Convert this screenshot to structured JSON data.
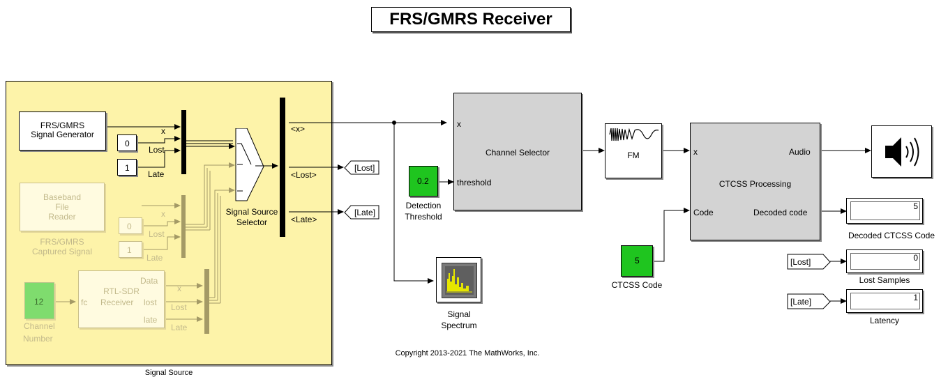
{
  "title": "FRS/GMRS Receiver",
  "copyright": "Copyright 2013-2021 The MathWorks, Inc.",
  "colors": {
    "subsystem_bg": "#fdf3a9",
    "active_block": "#d3d3d3",
    "constant": "#1fc51f"
  },
  "signal_source": {
    "label": "Signal Source",
    "generator": [
      "FRS/GMRS",
      "Signal Generator"
    ],
    "gen_lost_value": "0",
    "gen_late_value": "1",
    "baseband": [
      "Baseband",
      "File",
      "Reader"
    ],
    "captured": [
      "FRS/GMRS",
      "Captured Signal"
    ],
    "cap_lost_value": "0",
    "cap_late_value": "1",
    "channel_value": "12",
    "channel_label": [
      "Channel",
      "Number"
    ],
    "rtl": [
      "RTL-SDR",
      "Receiver"
    ],
    "rtl_ports": {
      "data": "Data",
      "fc": "fc",
      "lost": "lost",
      "late": "late"
    },
    "bus_labels": {
      "x": "x",
      "lost": "Lost",
      "late": "Late"
    },
    "selector_label": [
      "Signal Source",
      "Selector"
    ],
    "out_labels": {
      "x": "<x>",
      "lost": "<Lost>",
      "late": "<Late>"
    }
  },
  "goto_tags": {
    "lost": "[Lost]",
    "late": "[Late]"
  },
  "detection": {
    "value": "0.2",
    "label": [
      "Detection",
      "Threshold"
    ]
  },
  "channel_selector": {
    "label": "Channel Selector",
    "port_x": "x",
    "port_threshold": "threshold"
  },
  "fm": {
    "label": "FM"
  },
  "spectrum": {
    "label": [
      "Signal",
      "Spectrum"
    ]
  },
  "ctcss": {
    "label": "CTCSS Processing",
    "port_x": "x",
    "port_code": "Code",
    "port_audio": "Audio",
    "port_decoded": "Decoded code"
  },
  "ctcss_code": {
    "value": "5",
    "label": "CTCSS Code"
  },
  "displays": {
    "decoded": {
      "value": "5",
      "label": "Decoded CTCSS Code"
    },
    "lost": {
      "value": "0",
      "label": "Lost Samples",
      "from": "[Lost]"
    },
    "late": {
      "value": "1",
      "label": "Latency",
      "from": "[Late]"
    }
  }
}
